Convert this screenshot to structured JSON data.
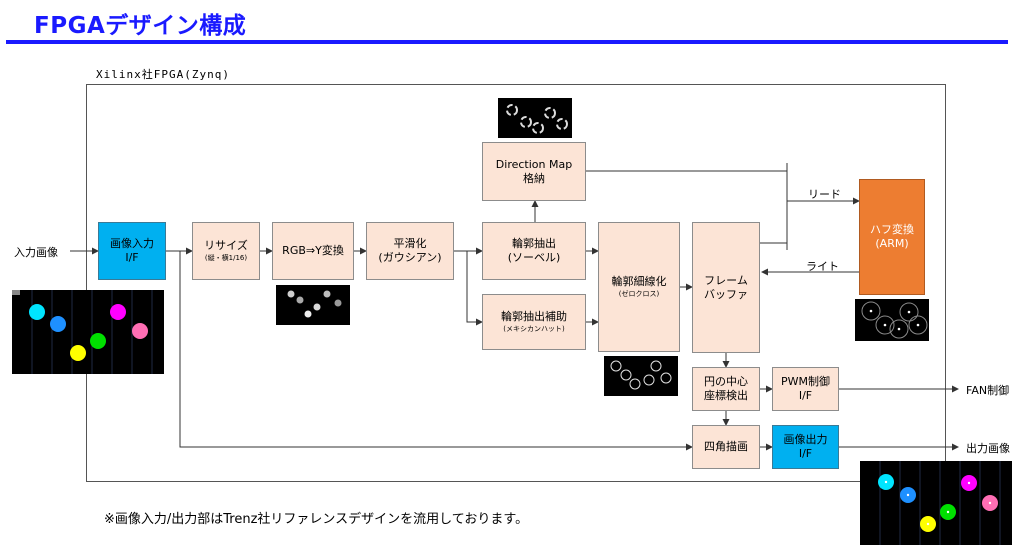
{
  "title": "FPGAデザイン構成",
  "fpga_label": "Xilinx社FPGA(Zynq)",
  "footnote": "※画像入力/出力部はTrenz社リファレンスデザインを流用しております。",
  "io_labels": {
    "input": "入力画像",
    "fan": "FAN制御",
    "output": "出力画像",
    "read": "リード",
    "write": "ライト"
  },
  "blocks": {
    "image_input": {
      "line1": "画像入力",
      "line2": "I/F"
    },
    "resize": {
      "line1": "リサイズ",
      "sub": "(縦・横1/16)"
    },
    "rgb_to_y": {
      "line1": "RGB⇒Y変換"
    },
    "smoothing": {
      "line1": "平滑化",
      "line2": "(ガウシアン)"
    },
    "edge_extract": {
      "line1": "輪郭抽出",
      "line2": "(ソーベル)"
    },
    "edge_assist": {
      "line1": "輪郭抽出補助",
      "sub": "(メキシカンハット)"
    },
    "direction_map": {
      "line1": "Direction Map",
      "line2": "格納"
    },
    "thinning": {
      "line1": "輪郭細線化",
      "sub": "(ゼロクロス)"
    },
    "frame_buffer": {
      "line1": "フレーム",
      "line2": "バッファ"
    },
    "hough": {
      "line1": "ハフ変換",
      "line2": "(ARM)"
    },
    "circle_center": {
      "line1": "円の中心",
      "line2": "座標検出"
    },
    "pwm": {
      "line1": "PWM制御",
      "line2": "I/F"
    },
    "rect_draw": {
      "line1": "四角描画"
    },
    "image_output": {
      "line1": "画像出力",
      "line2": "I/F"
    }
  },
  "colors": {
    "accent_blue": "#1a1aff",
    "block_fill": "#fce4d6",
    "io_block": "#00b0f0",
    "arm_block": "#ed7d31"
  }
}
